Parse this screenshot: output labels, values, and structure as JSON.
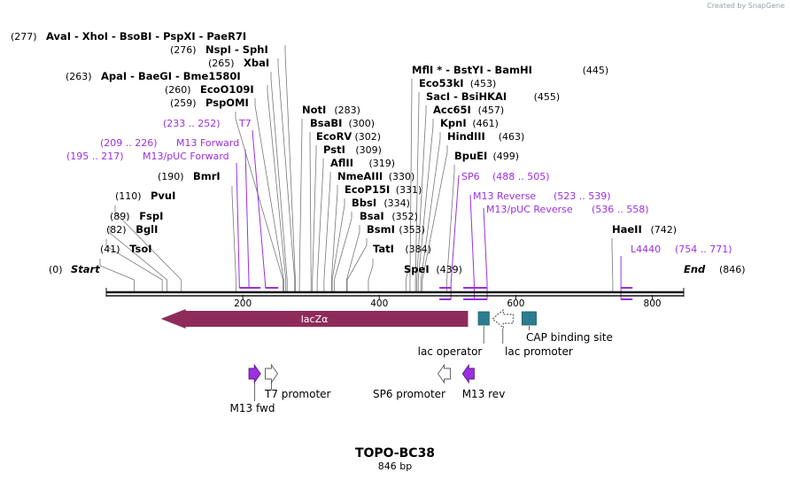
{
  "watermark": "Created by SnapGene",
  "map": {
    "title": "TOPO-BC38",
    "length_label": "846 bp",
    "total_bp": 846,
    "start_label": "Start",
    "start_pos": "(0)",
    "end_label": "End",
    "end_pos": "(846)",
    "ticks": [
      200,
      400,
      600,
      800
    ],
    "colors": {
      "primer": "#9b30e0",
      "lacZ": "#8e2b5a",
      "operator": "#2c7d8f",
      "text": "#1a1a1a"
    }
  },
  "sites": [
    {
      "pos": "(41)",
      "names": [
        "TsoI"
      ],
      "at": 41,
      "tail": "left"
    },
    {
      "pos": "(82)",
      "names": [
        "BglI"
      ],
      "at": 82,
      "tail": "left"
    },
    {
      "pos": "(89)",
      "names": [
        "FspI"
      ],
      "at": 89,
      "tail": "left"
    },
    {
      "pos": "(110)",
      "names": [
        "PvuI"
      ],
      "at": 110,
      "tail": "left"
    },
    {
      "pos": "(190)",
      "names": [
        "BmrI"
      ],
      "at": 190,
      "tail": "left"
    },
    {
      "pos": "(259)",
      "names": [
        "PspOMI"
      ],
      "at": 259,
      "tail": "left"
    },
    {
      "pos": "(260)",
      "names": [
        "EcoO109I"
      ],
      "at": 260,
      "tail": "left"
    },
    {
      "pos": "(263)",
      "names": [
        "ApaI",
        "BaeGI",
        "Bme1580I"
      ],
      "at": 263,
      "tail": "left"
    },
    {
      "pos": "(265)",
      "names": [
        "XbaI"
      ],
      "at": 265,
      "tail": "left"
    },
    {
      "pos": "(276)",
      "names": [
        "NspI",
        "SphI"
      ],
      "at": 276,
      "tail": "left"
    },
    {
      "pos": "(277)",
      "names": [
        "AvaI",
        "XhoI",
        "BsoBI",
        "PspXI",
        "PaeR7I"
      ],
      "at": 277,
      "tail": "left"
    },
    {
      "pos": "(283)",
      "names": [
        "NotI"
      ],
      "at": 283,
      "tail": "right"
    },
    {
      "pos": "(300)",
      "names": [
        "BsaBI"
      ],
      "at": 300,
      "tail": "right"
    },
    {
      "pos": "(302)",
      "names": [
        "EcoRV"
      ],
      "at": 302,
      "tail": "right"
    },
    {
      "pos": "(309)",
      "names": [
        "PstI"
      ],
      "at": 309,
      "tail": "right"
    },
    {
      "pos": "(319)",
      "names": [
        "AflII"
      ],
      "at": 319,
      "tail": "right"
    },
    {
      "pos": "(330)",
      "names": [
        "NmeAIII"
      ],
      "at": 330,
      "tail": "right"
    },
    {
      "pos": "(331)",
      "names": [
        "EcoP15I"
      ],
      "at": 331,
      "tail": "right"
    },
    {
      "pos": "(334)",
      "names": [
        "BbsI"
      ],
      "at": 334,
      "tail": "right"
    },
    {
      "pos": "(352)",
      "names": [
        "BsaI"
      ],
      "at": 352,
      "tail": "right"
    },
    {
      "pos": "(353)",
      "names": [
        "BsmI"
      ],
      "at": 353,
      "tail": "right"
    },
    {
      "pos": "(384)",
      "names": [
        "TatI"
      ],
      "at": 384,
      "tail": "right"
    },
    {
      "pos": "(439)",
      "names": [
        "SpeI"
      ],
      "at": 439,
      "tail": "right"
    },
    {
      "pos": "(445)",
      "names": [
        "MflI *",
        "BstYI",
        "BamHI"
      ],
      "at": 445,
      "tail": "right"
    },
    {
      "pos": "(453)",
      "names": [
        "Eco53kI"
      ],
      "at": 453,
      "tail": "right"
    },
    {
      "pos": "(455)",
      "names": [
        "SacI",
        "BsiHKAI"
      ],
      "at": 455,
      "tail": "right"
    },
    {
      "pos": "(457)",
      "names": [
        "Acc65I"
      ],
      "at": 457,
      "tail": "right"
    },
    {
      "pos": "(461)",
      "names": [
        "KpnI"
      ],
      "at": 461,
      "tail": "right"
    },
    {
      "pos": "(463)",
      "names": [
        "HindIII"
      ],
      "at": 463,
      "tail": "right"
    },
    {
      "pos": "(499)",
      "names": [
        "BpuEI"
      ],
      "at": 499,
      "tail": "right"
    },
    {
      "pos": "(742)",
      "names": [
        "HaeII"
      ],
      "at": 742,
      "tail": "right"
    }
  ],
  "primers": [
    {
      "range": "(195 .. 217)",
      "name": "M13/pUC Forward",
      "start": 195,
      "end": 217,
      "dir": "fwd"
    },
    {
      "range": "(209 .. 226)",
      "name": "M13 Forward",
      "start": 209,
      "end": 226,
      "dir": "fwd"
    },
    {
      "range": "(233 .. 252)",
      "name": "T7",
      "start": 233,
      "end": 252,
      "dir": "fwd"
    },
    {
      "range": "(488 .. 505)",
      "name": "SP6",
      "start": 488,
      "end": 505,
      "dir": "rev"
    },
    {
      "range": "(523 .. 539)",
      "name": "M13 Reverse",
      "start": 523,
      "end": 539,
      "dir": "rev"
    },
    {
      "range": "(536 .. 558)",
      "name": "M13/pUC Reverse",
      "start": 536,
      "end": 558,
      "dir": "rev"
    },
    {
      "range": "(754 .. 771)",
      "name": "L4440",
      "start": 754,
      "end": 771,
      "dir": "fwd"
    }
  ],
  "features": [
    {
      "name": "lacZα",
      "type": "gene",
      "start": 80,
      "end": 530,
      "dir": "rev"
    },
    {
      "name": "lac operator",
      "type": "box",
      "start": 545,
      "end": 561
    },
    {
      "name": "lac promoter",
      "type": "promoter",
      "start": 566,
      "end": 596,
      "dir": "rev"
    },
    {
      "name": "CAP binding site",
      "type": "box",
      "start": 609,
      "end": 630
    },
    {
      "name": "M13 fwd",
      "type": "primer-arrow",
      "start": 209,
      "end": 226,
      "dir": "fwd"
    },
    {
      "name": "T7 promoter",
      "type": "promoter-arrow",
      "start": 233,
      "end": 251,
      "dir": "fwd"
    },
    {
      "name": "SP6 promoter",
      "type": "promoter-arrow",
      "start": 486,
      "end": 504,
      "dir": "rev"
    },
    {
      "name": "M13 rev",
      "type": "primer-arrow",
      "start": 522,
      "end": 539,
      "dir": "rev"
    }
  ]
}
